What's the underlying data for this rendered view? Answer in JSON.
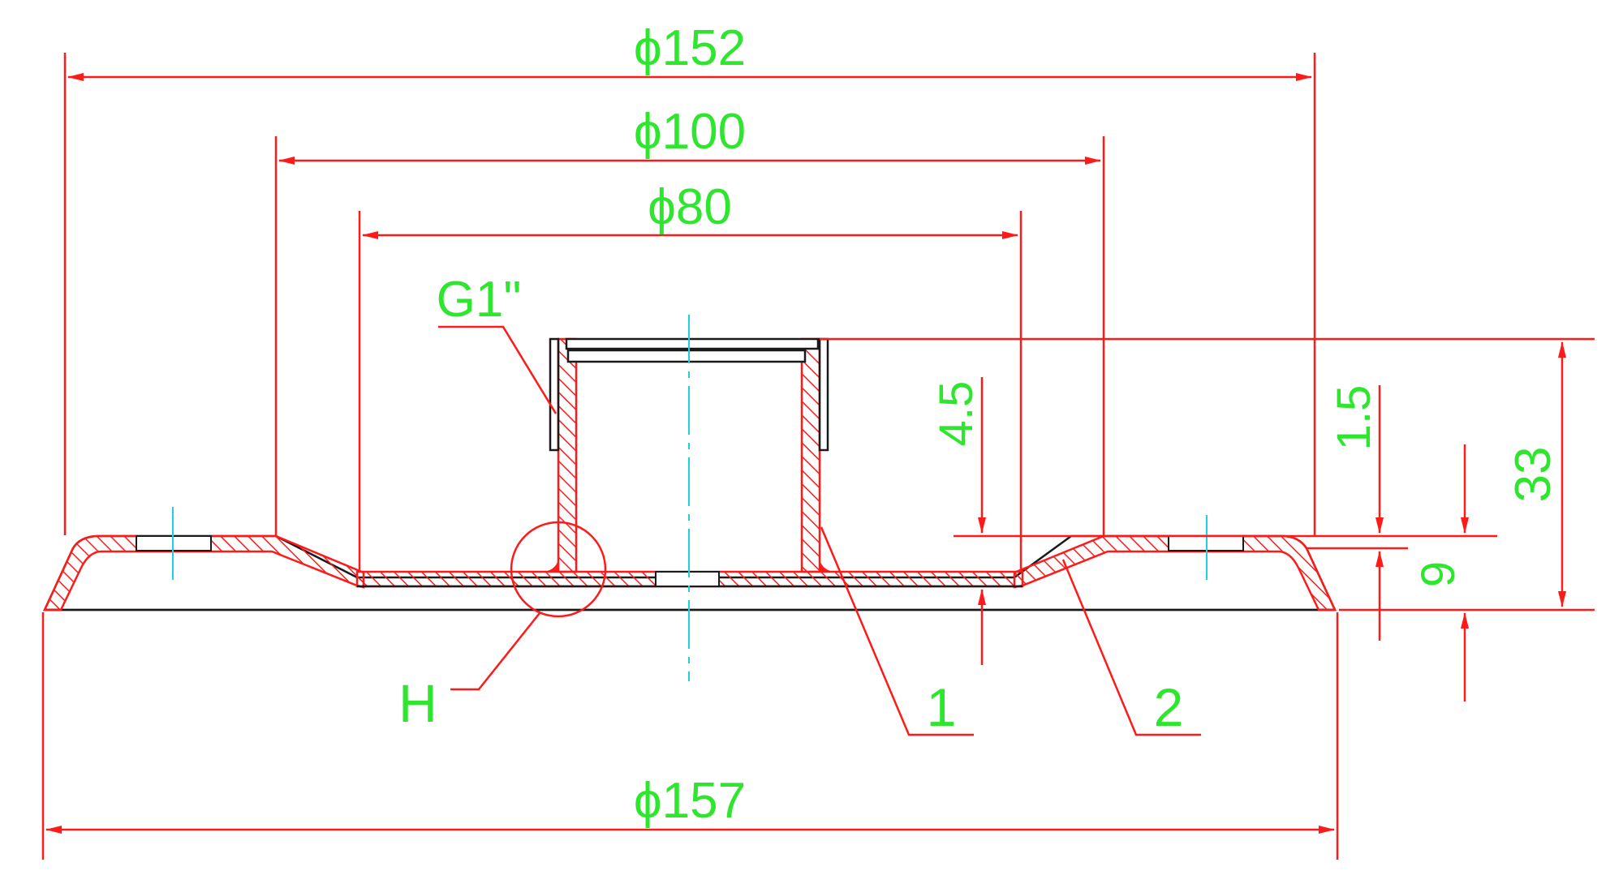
{
  "dimensions": {
    "d152": "ϕ152",
    "d100": "ϕ100",
    "d80": "ϕ80",
    "d157": "ϕ157",
    "thread": "G1\"",
    "h33": "33",
    "h4_5": "4.5",
    "h1_5": "1.5",
    "h9": "9"
  },
  "callouts": {
    "detail": "H",
    "part1": "1",
    "part2": "2"
  },
  "colors": {
    "outline": "#1a1a1a",
    "dimension_line": "#ff1a1a",
    "dimension_text": "#2ee62e",
    "centerline": "#20d0e0",
    "hatch": "#ff1a1a"
  }
}
